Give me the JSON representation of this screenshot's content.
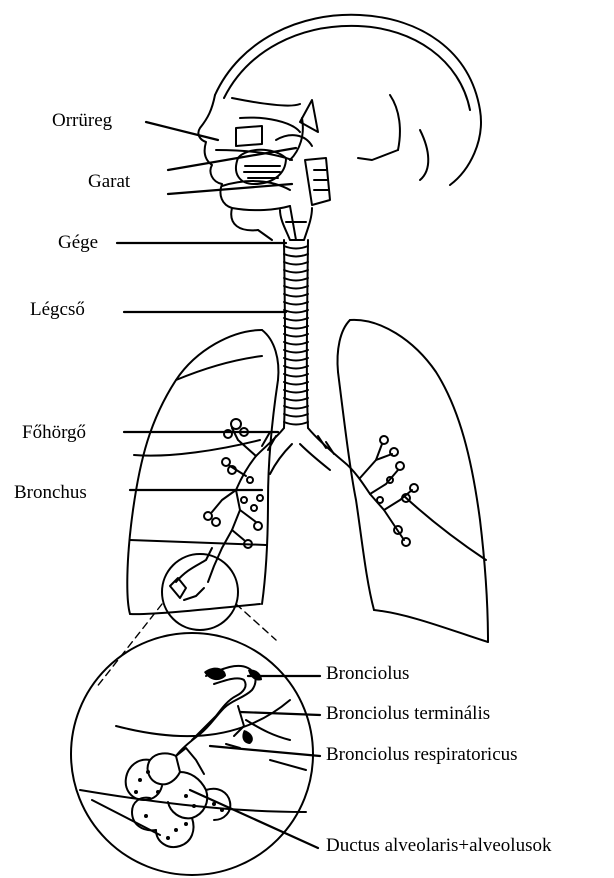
{
  "labels": {
    "orrureg": "Orrüreg",
    "garat": "Garat",
    "gege": "Gége",
    "legcso": "Légcső",
    "fohorgo": "Főhörgő",
    "bronchus": "Bronchus",
    "bronciolus": "Bronciolus",
    "bronciolus_terminalis": "Bronciolus terminális",
    "bronciolus_respiratoricus": "Bronciolus respiratoricus",
    "ductus_alveolaris": "Ductus alveolaris+alveolusok"
  },
  "colors": {
    "ink": "#000000",
    "paper": "#ffffff"
  }
}
